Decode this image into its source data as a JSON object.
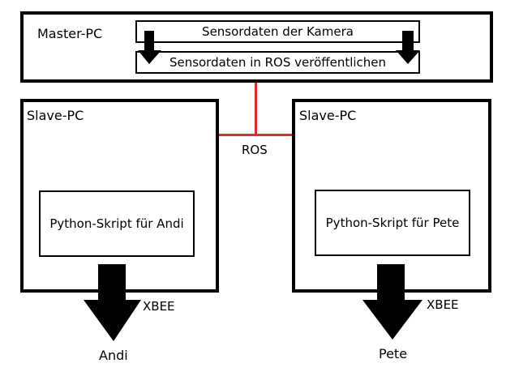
{
  "master": {
    "title": "Master-PC",
    "step1": "Sensordaten der Kamera",
    "step2": "Sensordaten in ROS veröffentlichen"
  },
  "connection": {
    "label": "ROS",
    "color": "#e32b2b"
  },
  "slaves": [
    {
      "title": "Slave-PC",
      "script": "Python-Skript für Andi",
      "link": "XBEE",
      "target": "Andi"
    },
    {
      "title": "Slave-PC",
      "script": "Python-Skript für Pete",
      "link": "XBEE",
      "target": "Pete"
    }
  ],
  "icons": {
    "arrow": "down-arrow-icon"
  }
}
